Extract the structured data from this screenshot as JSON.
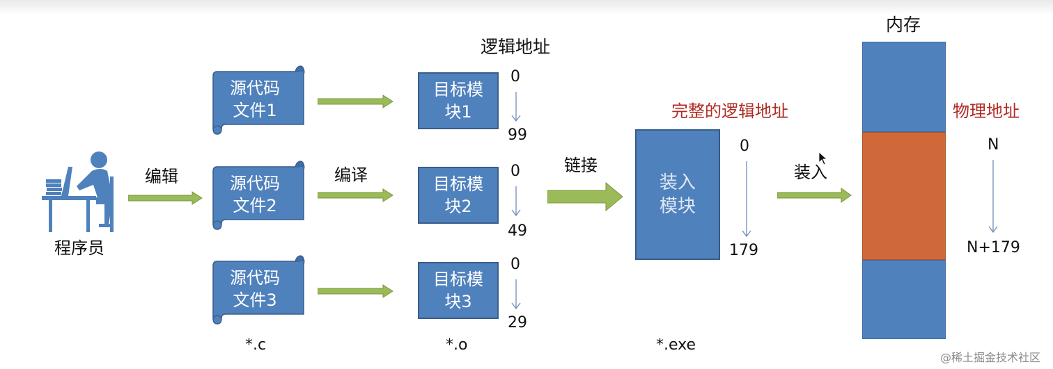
{
  "header": {
    "logical_address": "逻辑地址",
    "memory": "内存"
  },
  "actor": {
    "label": "程序员"
  },
  "actions": {
    "edit": "编辑",
    "compile": "编译",
    "link": "链接",
    "load": "装入"
  },
  "source_files": [
    {
      "line1": "源代码",
      "line2": "文件1"
    },
    {
      "line1": "源代码",
      "line2": "文件2"
    },
    {
      "line1": "源代码",
      "line2": "文件3"
    }
  ],
  "object_modules": [
    {
      "line1": "目标模",
      "line2": "块1",
      "start": "0",
      "end": "99"
    },
    {
      "line1": "目标模",
      "line2": "块2",
      "start": "0",
      "end": "49"
    },
    {
      "line1": "目标模",
      "line2": "块3",
      "start": "0",
      "end": "29"
    }
  ],
  "load_module": {
    "line1": "装入",
    "line2": "模块",
    "caption": "完整的逻辑地址",
    "start": "0",
    "end": "179"
  },
  "memory": {
    "caption": "物理地址",
    "start": "N",
    "end": "N+179"
  },
  "file_types": {
    "source": "*.c",
    "object": "*.o",
    "exe": "*.exe"
  },
  "watermark": "@稀土掘金技术社区",
  "colors": {
    "box_blue": "#4f81bd",
    "arrow_green": "#9bbb59",
    "occupied_orange": "#d0693a",
    "caption_red": "#b02a22"
  }
}
